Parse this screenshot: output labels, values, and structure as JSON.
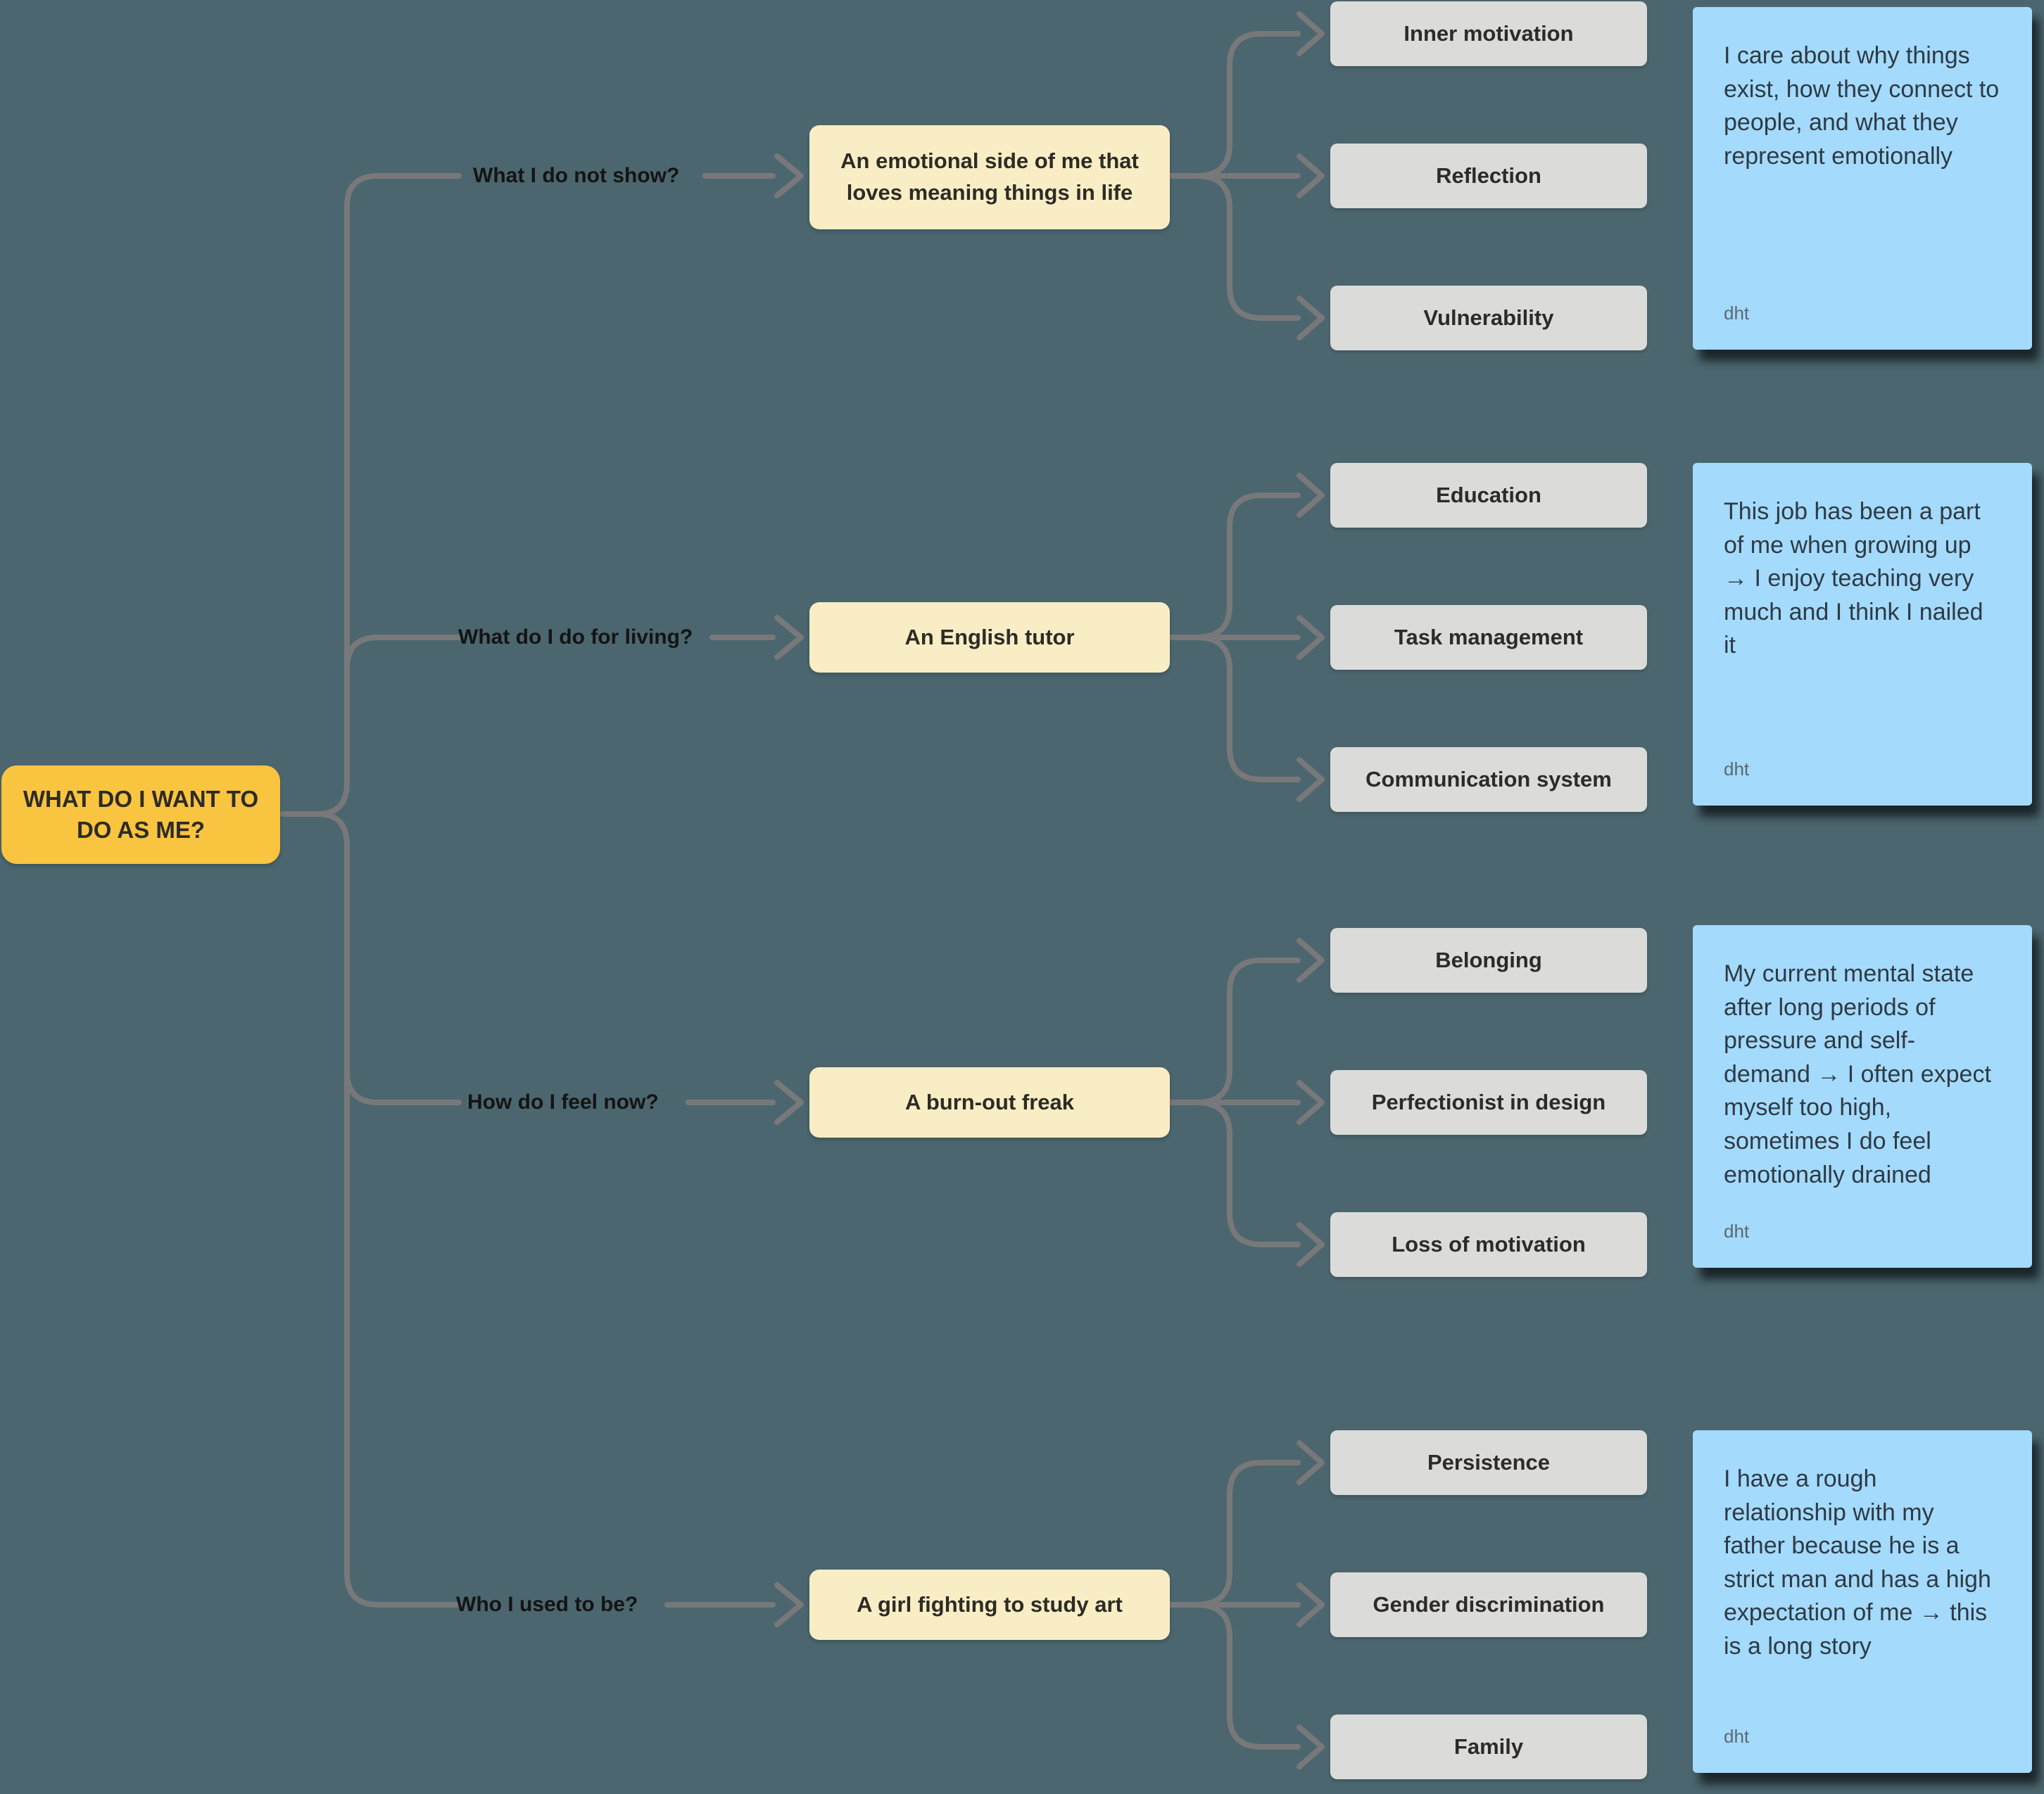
{
  "root": {
    "label": "WHAT DO I WANT TO DO AS ME?"
  },
  "branches": [
    {
      "question": "What I do not show?",
      "answer": "An emotional side of me that loves meaning things in life",
      "tags": [
        "Inner motivation",
        "Reflection",
        "Vulnerability"
      ],
      "note": {
        "text": "I care about why things exist, how they connect to people, and what they represent emotionally",
        "author": "dht"
      }
    },
    {
      "question": "What do I do for living?",
      "answer": "An English tutor",
      "tags": [
        "Education",
        "Task management",
        "Communication system"
      ],
      "note": {
        "text": "This job has been a part of me when growing up → I enjoy teaching very much and I think I nailed it",
        "author": "dht"
      }
    },
    {
      "question": "How do I feel now?",
      "answer": "A burn-out freak",
      "tags": [
        "Belonging",
        "Perfectionist in design",
        "Loss of motivation"
      ],
      "note": {
        "text": "My current mental state after long periods of pressure and self-demand → I often expect myself too high, sometimes I do feel emotionally drained",
        "author": "dht"
      }
    },
    {
      "question": "Who I used to be?",
      "answer": "A girl fighting to study art",
      "tags": [
        "Persistence",
        "Gender discrimination",
        "Family"
      ],
      "note": {
        "text": "I have a rough relationship with my father because he is a strict man and has a high expectation of me → this is a long story",
        "author": "dht"
      }
    }
  ],
  "colors": {
    "background": "#4B666E",
    "root-bg": "#F9C440",
    "answer-bg": "#F9EDC5",
    "tag-bg": "#DBDBDA",
    "sticky-bg": "#A4DAFC",
    "connector": "#78787A",
    "label-text": "#141414",
    "node-text": "#2D2B25",
    "sticky-text": "#2E3A44",
    "author-text": "#5C6870"
  }
}
